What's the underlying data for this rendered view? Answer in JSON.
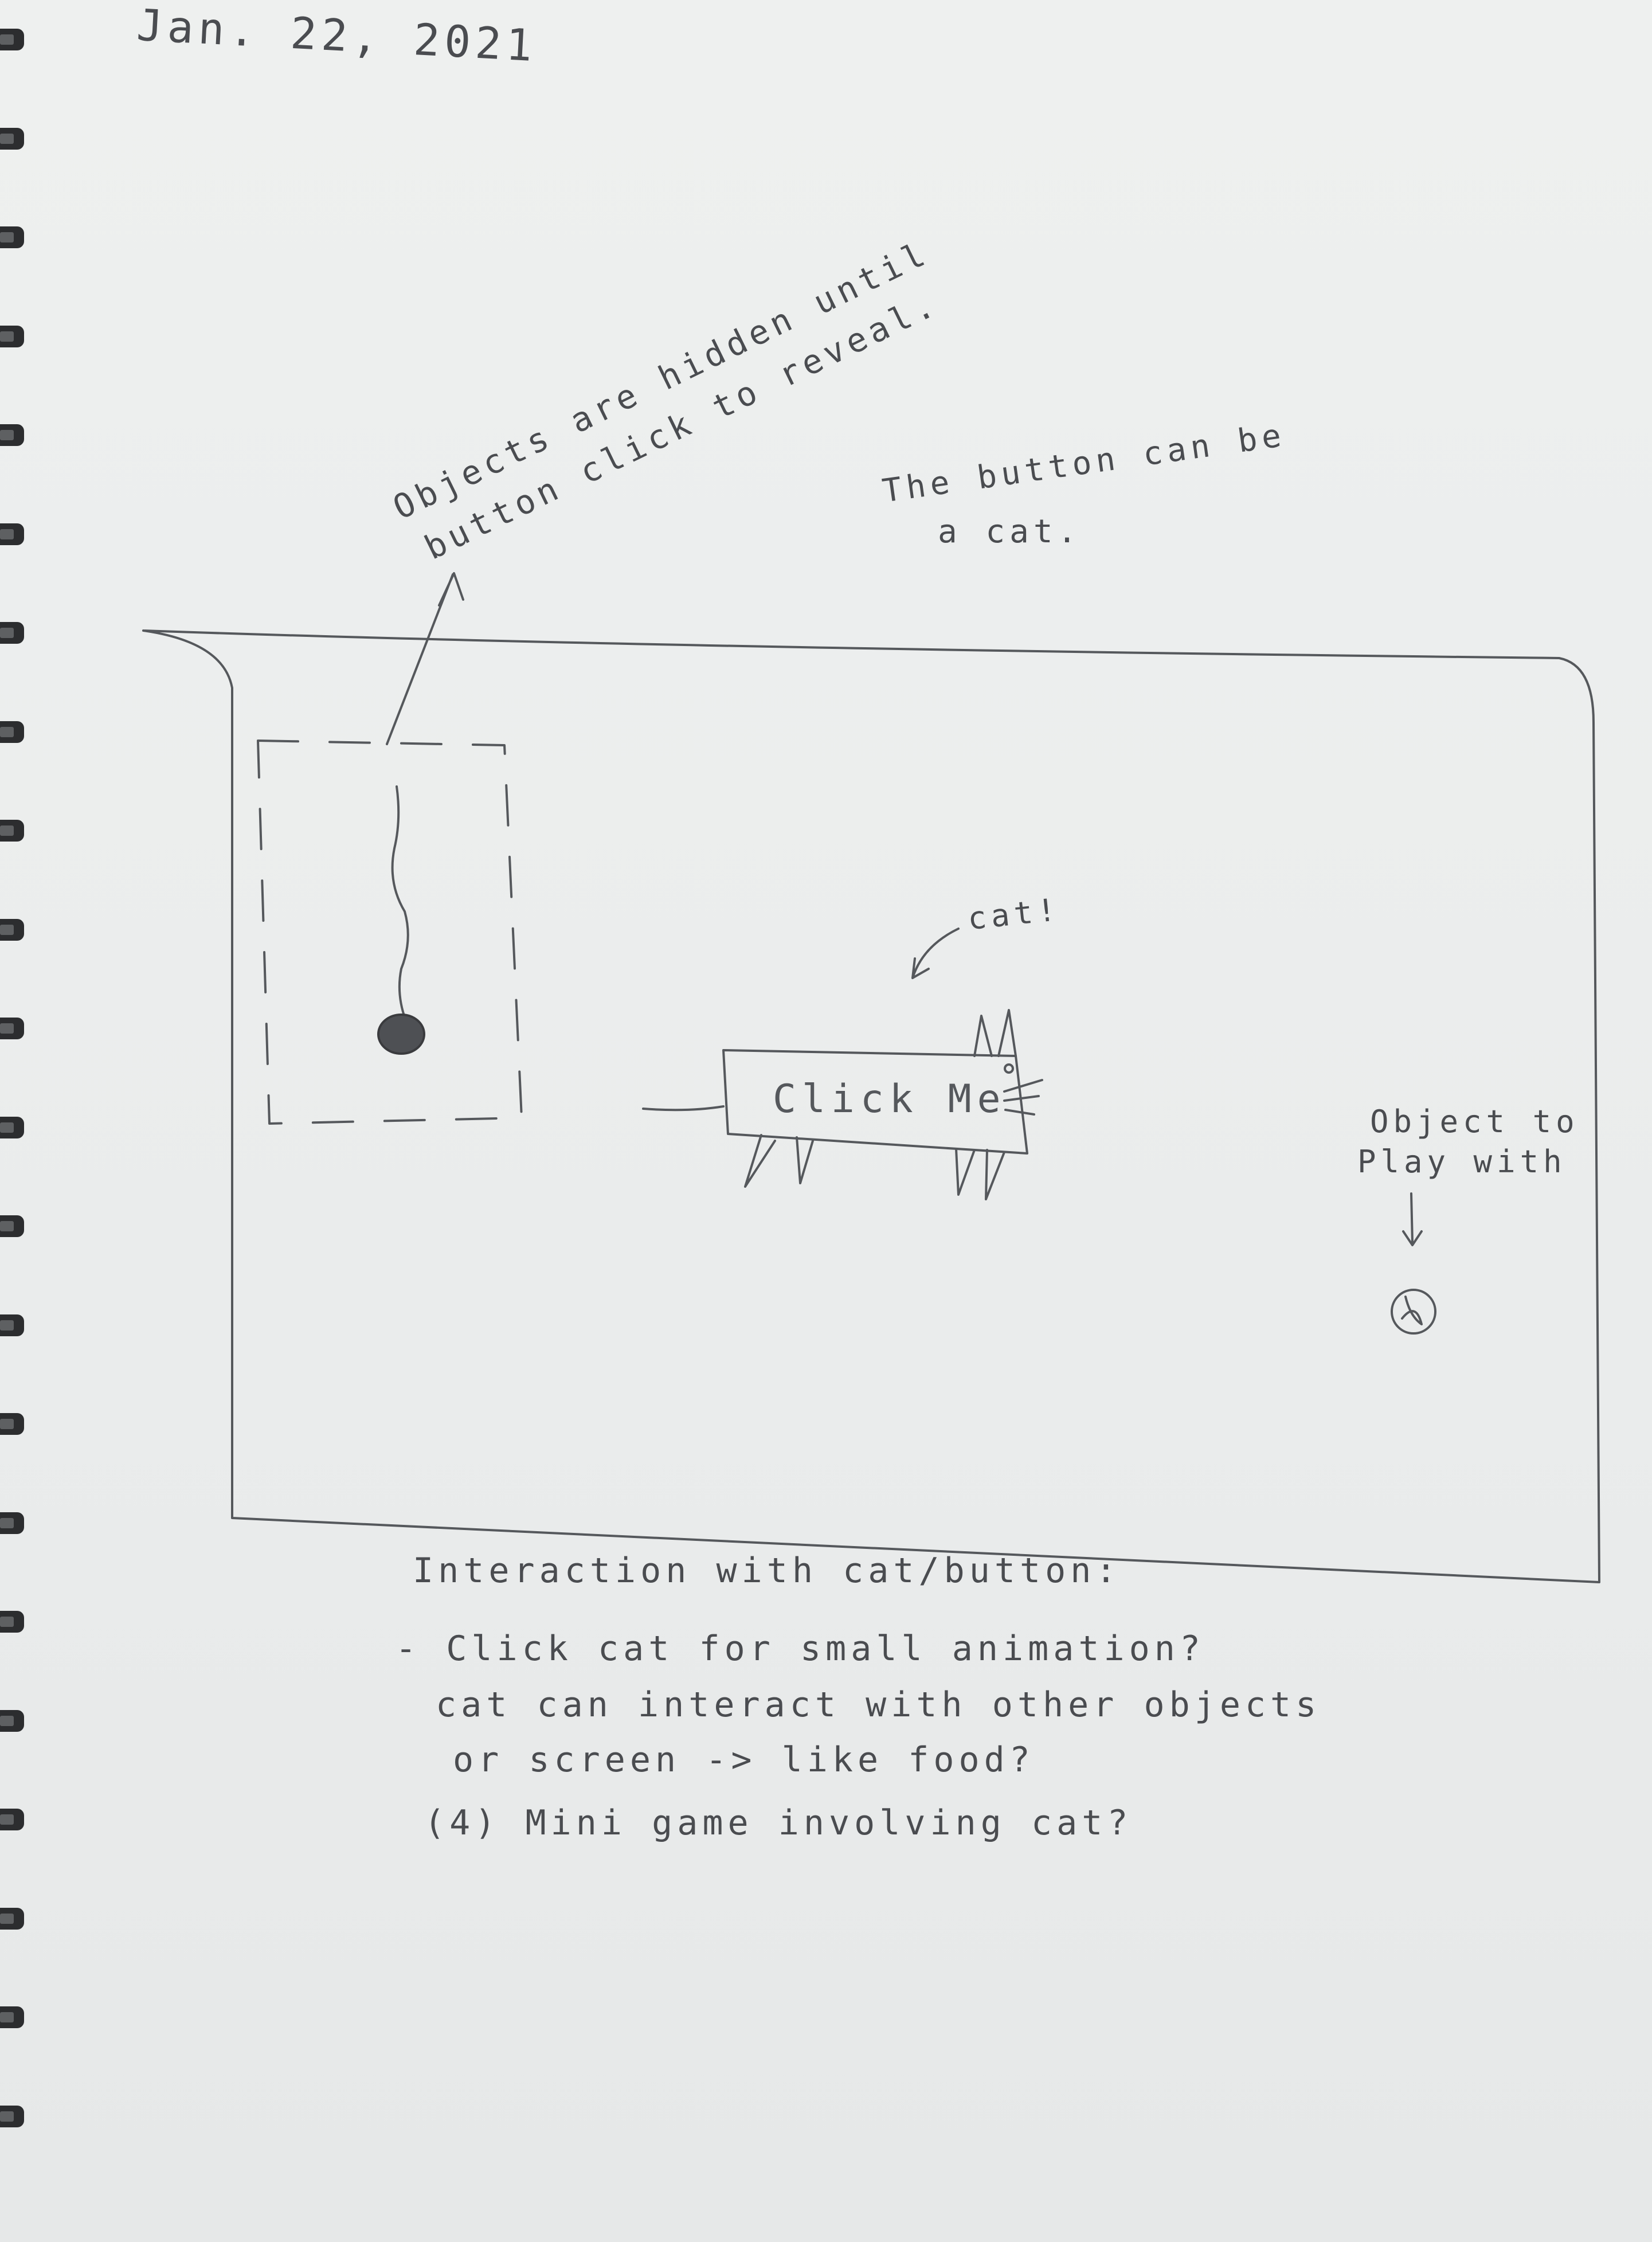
{
  "page": {
    "date": "Jan. 22, 2021"
  },
  "notes": {
    "hidden_objects_line1": "Objects are hidden until",
    "hidden_objects_line2": "button click to reveal.",
    "button_cat_line1": "The button can be",
    "button_cat_line2": "a cat.",
    "cat_label": "cat!",
    "object_label_line1": "Object to",
    "object_label_line2": "Play with"
  },
  "mockup": {
    "button_label": "Click Me"
  },
  "interaction": {
    "heading": "Interaction with cat/button:",
    "item1": "- Click cat for small animation?",
    "item2_line1": "cat can interact with other objects",
    "item2_line2": "or screen -> like food?",
    "item3": "(4) Mini game involving cat?"
  },
  "colors": {
    "pencil": "#4a4c50",
    "paper": "#eceded",
    "binding": "#2c2d2f"
  }
}
